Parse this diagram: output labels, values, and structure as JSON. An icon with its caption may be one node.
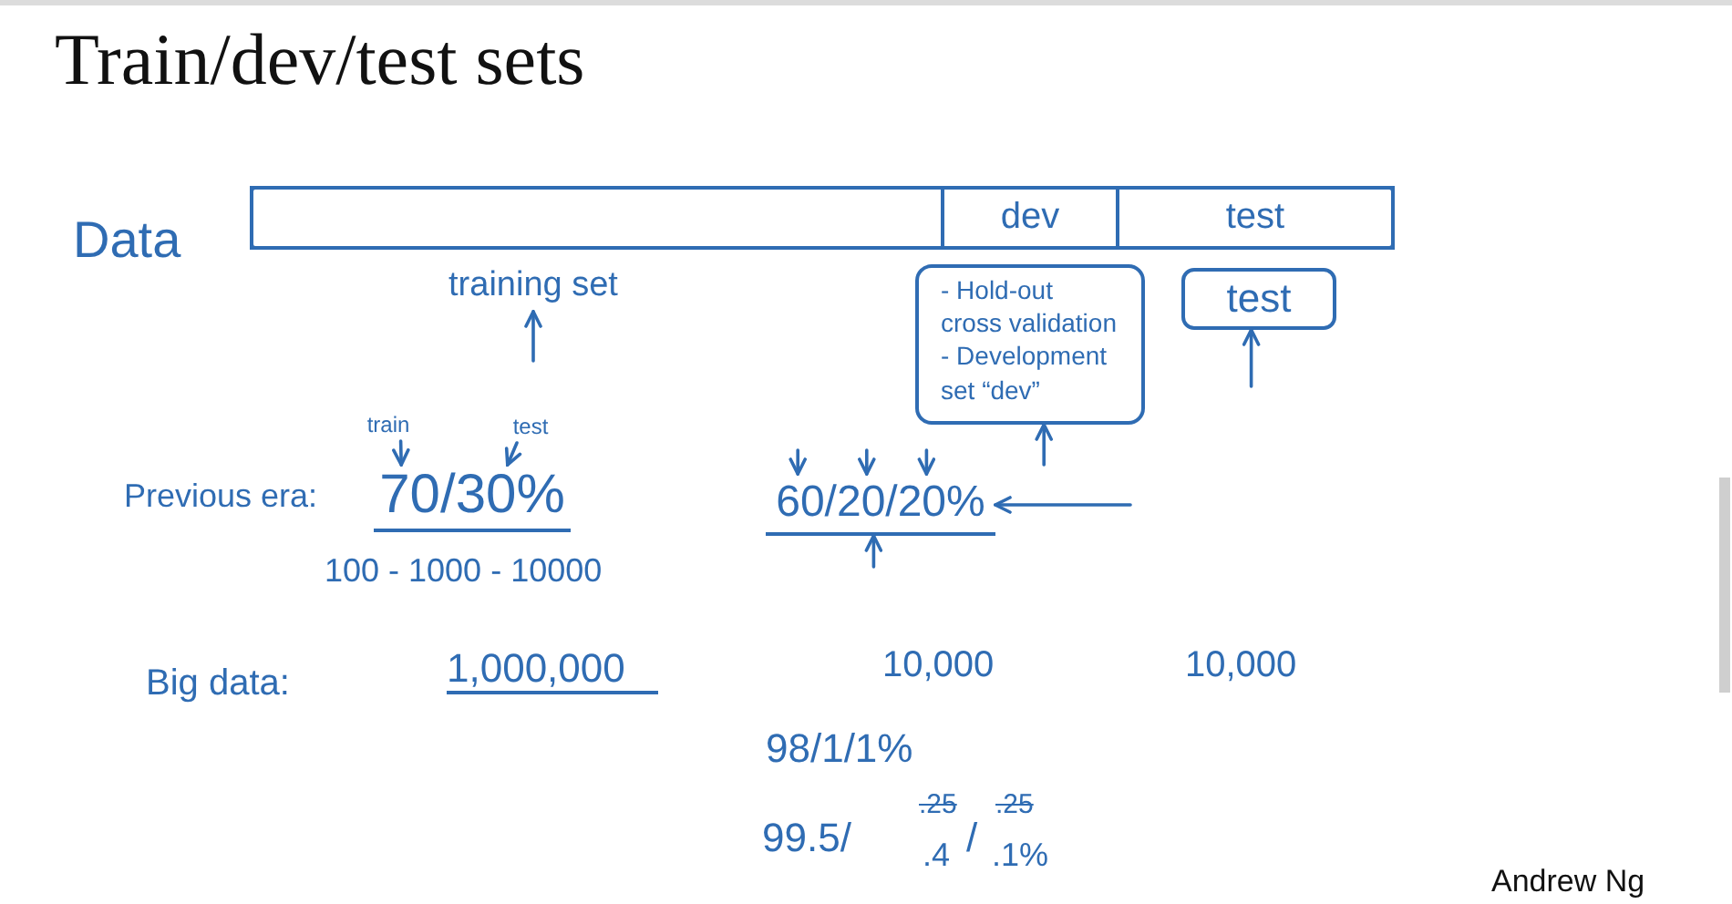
{
  "diagram": {
    "title": "Train/dev/test sets",
    "nodes": [
      {
        "text": [],
        "shape": "bar"
      },
      {
        "text": [],
        "shape": "box",
        "in": 0
      },
      {
        "text": [
          "dev"
        ],
        "in": 0
      },
      {
        "text": [
          "test"
        ],
        "in": 0
      },
      {
        "text": [
          "training set"
        ]
      },
      {
        "text": [
          "- Hold-out cross validation",
          "- Development set “dev”"
        ]
      },
      {
        "text": [
          "test"
        ]
      },
      {
        "text": [
          "train"
        ]
      },
      {
        "text": [
          "test"
        ]
      },
      {
        "text": [
          "70/30%"
        ]
      },
      {
        "text": [
          "60/20/20%"
        ]
      }
    ],
    "edges": [
      {
        "from": null,
        "to": 4,
        "arrow": "to"
      },
      {
        "from": 7,
        "to": 9,
        "arrow": "to"
      },
      {
        "from": 8,
        "to": 9,
        "arrow": "to"
      },
      {
        "from": null,
        "to": 10,
        "arrow": "to"
      },
      {
        "from": null,
        "to": 10,
        "arrow": "to"
      },
      {
        "from": null,
        "to": 10,
        "arrow": "to"
      },
      {
        "from": null,
        "to": 10,
        "arrow": "to"
      },
      {
        "from": null,
        "to": 10,
        "arrow": "to"
      },
      {
        "from": null,
        "to": 5,
        "arrow": "to"
      },
      {
        "from": null,
        "to": 6,
        "arrow": "to"
      }
    ],
    "labels": [
      "Data",
      "Previous era:",
      "100 - 1000 - 10000",
      "Big data:",
      "1,000,000",
      "10,000",
      "10,000",
      "98/1/1%",
      "99.5/",
      ".25",
      ".4",
      "/",
      ".25",
      ".1%",
      "Andrew Ng"
    ]
  }
}
